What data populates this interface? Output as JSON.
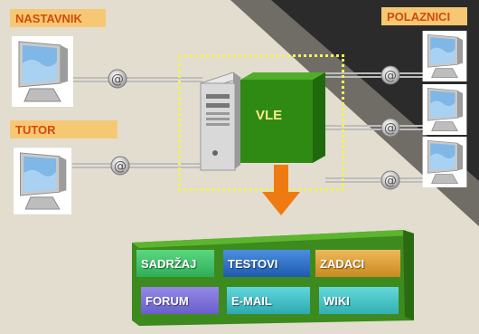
{
  "labels": {
    "nastavnik": "NASTAVNIK",
    "tutor": "TUTOR",
    "polaznici": "POLAZNICI",
    "vle": "VLE"
  },
  "modules": [
    {
      "label": "SADRŽAJ",
      "color": "#3ec46d"
    },
    {
      "label": "TESTOVI",
      "color": "#2a6fc9"
    },
    {
      "label": "ZADACI",
      "color": "#e2a23a"
    },
    {
      "label": "FORUM",
      "color": "#7b6fd6"
    },
    {
      "label": "E-MAIL",
      "color": "#3fc0c8"
    },
    {
      "label": "WIKI",
      "color": "#45c6c8"
    }
  ],
  "colors": {
    "label_bg": "#f7c874",
    "label_text": "#d34a0a",
    "panel_green": "#3d8a1e",
    "server_green": "#2f8a14",
    "arrow": "#f07a12",
    "dotted": "#f2f25a"
  }
}
